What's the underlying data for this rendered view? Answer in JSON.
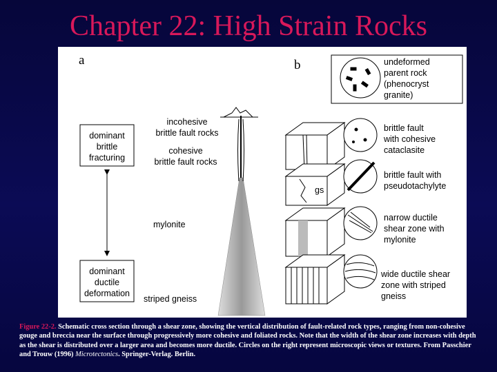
{
  "slide": {
    "title": "Chapter 22: High Strain Rocks"
  },
  "figure": {
    "panel_a": "a",
    "panel_b": "b",
    "left_box_top": [
      "dominant",
      "brittle",
      "fracturing"
    ],
    "left_box_bottom": [
      "dominant",
      "ductile",
      "deformation"
    ],
    "depth_labels": {
      "incohesive": [
        "incohesive",
        "brittle fault rocks"
      ],
      "cohesive": [
        "cohesive",
        "brittle fault rocks"
      ],
      "mylonite": "mylonite",
      "striped_gneiss": "striped gneiss"
    },
    "gs_label": "gs",
    "right_labels": [
      [
        "undeformed",
        "parent rock",
        "(phenocryst",
        "granite)"
      ],
      [
        "brittle fault",
        "with cohesive",
        "cataclasite"
      ],
      [
        "brittle fault with",
        "pseudotachylyte"
      ],
      [
        "narrow ductile",
        "shear zone with",
        "mylonite"
      ],
      [
        "wide ductile shear",
        "zone with striped",
        "gneiss"
      ]
    ]
  },
  "caption": {
    "figure_ref": "Figure 22-2.",
    "text_main": " Schematic cross section through a shear zone, showing the vertical distribution of fault-related rock types, ranging from non-cohesive gouge and breccia near the surface through progressively more cohesive and foliated rocks. Note that the width of the shear zone increases with depth as the shear is distributed over a larger area and becomes more ductile. Circles on the right represent microscopic views or textures. From Passchier and Trouw (1996) ",
    "book_title": "Microtectonics",
    "text_end": ". Springer-Verlag. Berlin."
  }
}
